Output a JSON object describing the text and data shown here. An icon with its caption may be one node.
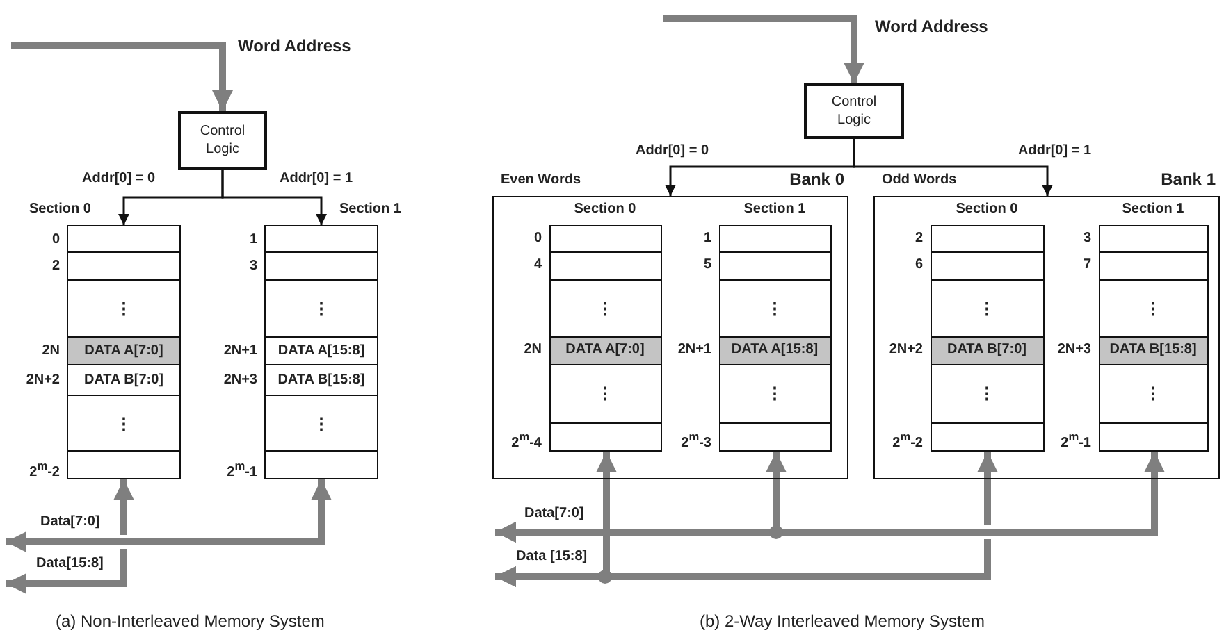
{
  "diagram": {
    "nodes": [
      {
        "text": [
          "Control Logic"
        ]
      },
      {
        "text": [
          "Section 0"
        ]
      },
      {
        "text": [],
        "shape": "box",
        "in": 1,
        "beside": [
          "0"
        ]
      },
      {
        "text": [],
        "shape": "box",
        "in": 1,
        "beside": [
          "2"
        ]
      },
      {
        "text": [
          "⋮"
        ],
        "in": 1
      },
      {
        "text": [
          "DATA A[7:0]"
        ],
        "in": 1,
        "beside": [
          "2N"
        ]
      },
      {
        "text": [
          "DATA B[7:0]"
        ],
        "in": 1,
        "beside": [
          "2N+2"
        ]
      },
      {
        "text": [
          "⋮"
        ],
        "in": 1
      },
      {
        "text": [],
        "shape": "box",
        "in": 1,
        "beside": [
          "2$^{m}$-2"
        ]
      },
      {
        "text": [
          "Section 1"
        ]
      },
      {
        "text": [],
        "shape": "box",
        "in": 9,
        "beside": [
          "1"
        ]
      },
      {
        "text": [],
        "shape": "box",
        "in": 9,
        "beside": [
          "3"
        ]
      },
      {
        "text": [
          "⋮"
        ],
        "in": 9
      },
      {
        "text": [
          "DATA A[15:8]"
        ],
        "in": 9,
        "beside": [
          "2N+1"
        ]
      },
      {
        "text": [
          "DATA B[15:8]"
        ],
        "in": 9,
        "beside": [
          "2N+3"
        ]
      },
      {
        "text": [
          "⋮"
        ],
        "in": 9
      },
      {
        "text": [],
        "shape": "box",
        "in": 9,
        "beside": [
          "2$^{m}$-1"
        ]
      },
      {
        "text": [
          "Control Logic"
        ]
      },
      {
        "text": [
          "Even Words",
          "Bank 0"
        ]
      },
      {
        "text": [
          "Section 0"
        ],
        "in": 18
      },
      {
        "text": [],
        "shape": "box",
        "in": 19,
        "beside": [
          "0"
        ]
      },
      {
        "text": [],
        "shape": "box",
        "in": 19,
        "beside": [
          "4"
        ]
      },
      {
        "text": [
          "⋮"
        ],
        "in": 19
      },
      {
        "text": [
          "DATA A[7:0]"
        ],
        "in": 19,
        "beside": [
          "2N"
        ]
      },
      {
        "text": [
          "⋮"
        ],
        "in": 19
      },
      {
        "text": [],
        "shape": "box",
        "in": 19,
        "beside": [
          "2$^{m}$-4"
        ]
      },
      {
        "text": [
          "Section 1"
        ],
        "in": 18
      },
      {
        "text": [],
        "shape": "box",
        "in": 26,
        "beside": [
          "1"
        ]
      },
      {
        "text": [],
        "shape": "box",
        "in": 26,
        "beside": [
          "5"
        ]
      },
      {
        "text": [
          "⋮"
        ],
        "in": 26
      },
      {
        "text": [
          "DATA A[15:8]"
        ],
        "in": 26,
        "beside": [
          "2N+1"
        ]
      },
      {
        "text": [
          "⋮"
        ],
        "in": 26
      },
      {
        "text": [],
        "shape": "box",
        "in": 26,
        "beside": [
          "2$^{m}$-3"
        ]
      },
      {
        "text": [
          "Odd Words",
          "Bank 1"
        ]
      },
      {
        "text": [
          "Section 0"
        ],
        "in": 33
      },
      {
        "text": [],
        "shape": "box",
        "in": 34,
        "beside": [
          "2"
        ]
      },
      {
        "text": [],
        "shape": "box",
        "in": 34,
        "beside": [
          "6"
        ]
      },
      {
        "text": [
          "⋮"
        ],
        "in": 34
      },
      {
        "text": [
          "DATA B[7:0]"
        ],
        "in": 34,
        "beside": [
          "2N+2"
        ]
      },
      {
        "text": [
          "⋮"
        ],
        "in": 34
      },
      {
        "text": [],
        "shape": "box",
        "in": 34,
        "beside": [
          "2$^{m}$-2"
        ]
      },
      {
        "text": [
          "Section 1"
        ],
        "in": 33
      },
      {
        "text": [],
        "shape": "box",
        "in": 41,
        "beside": [
          "3"
        ]
      },
      {
        "text": [],
        "shape": "box",
        "in": 41,
        "beside": [
          "7"
        ]
      },
      {
        "text": [
          "⋮"
        ],
        "in": 41
      },
      {
        "text": [
          "DATA B[15:8]"
        ],
        "in": 41,
        "beside": [
          "2N+3"
        ]
      },
      {
        "text": [
          "⋮"
        ],
        "in": 41
      },
      {
        "text": [],
        "shape": "box",
        "in": 41,
        "beside": [
          "2$^{m}$-1"
        ]
      }
    ],
    "edges": [
      {
        "from": null,
        "to": 0,
        "arrow": "to",
        "label": "Word Address"
      },
      {
        "from": 0,
        "to": 1,
        "arrow": "to",
        "label": "Addr[0] = 0",
        "color": "#111111"
      },
      {
        "from": 0,
        "to": 9,
        "arrow": "to",
        "label": "Addr[0] = 1",
        "color": "#111111"
      },
      {
        "from": 1,
        "to": null,
        "arrow": "both",
        "label": "Data[15:8]"
      },
      {
        "from": 9,
        "to": null,
        "arrow": "both",
        "label": "Data[7:0]"
      },
      {
        "from": null,
        "to": 17,
        "arrow": "to",
        "label": "Word Address"
      },
      {
        "from": 17,
        "to": 18,
        "arrow": "to",
        "label": "Addr[0] = 0",
        "color": "#111111"
      },
      {
        "from": 17,
        "to": 33,
        "arrow": "to",
        "label": "Addr[0] = 1",
        "color": "#111111"
      },
      {
        "from": 26,
        "to": null,
        "arrow": "both",
        "label": "Data[7:0]"
      },
      {
        "from": 41,
        "to": null,
        "arrow": "both"
      },
      {
        "from": 19,
        "to": null,
        "arrow": "both",
        "label": "Data [15:8]"
      },
      {
        "from": 34,
        "to": null,
        "arrow": "both"
      }
    ],
    "labels": [
      "(a) Non-Interleaved Memory System",
      "(b) 2-Way Interleaved Memory System"
    ]
  }
}
